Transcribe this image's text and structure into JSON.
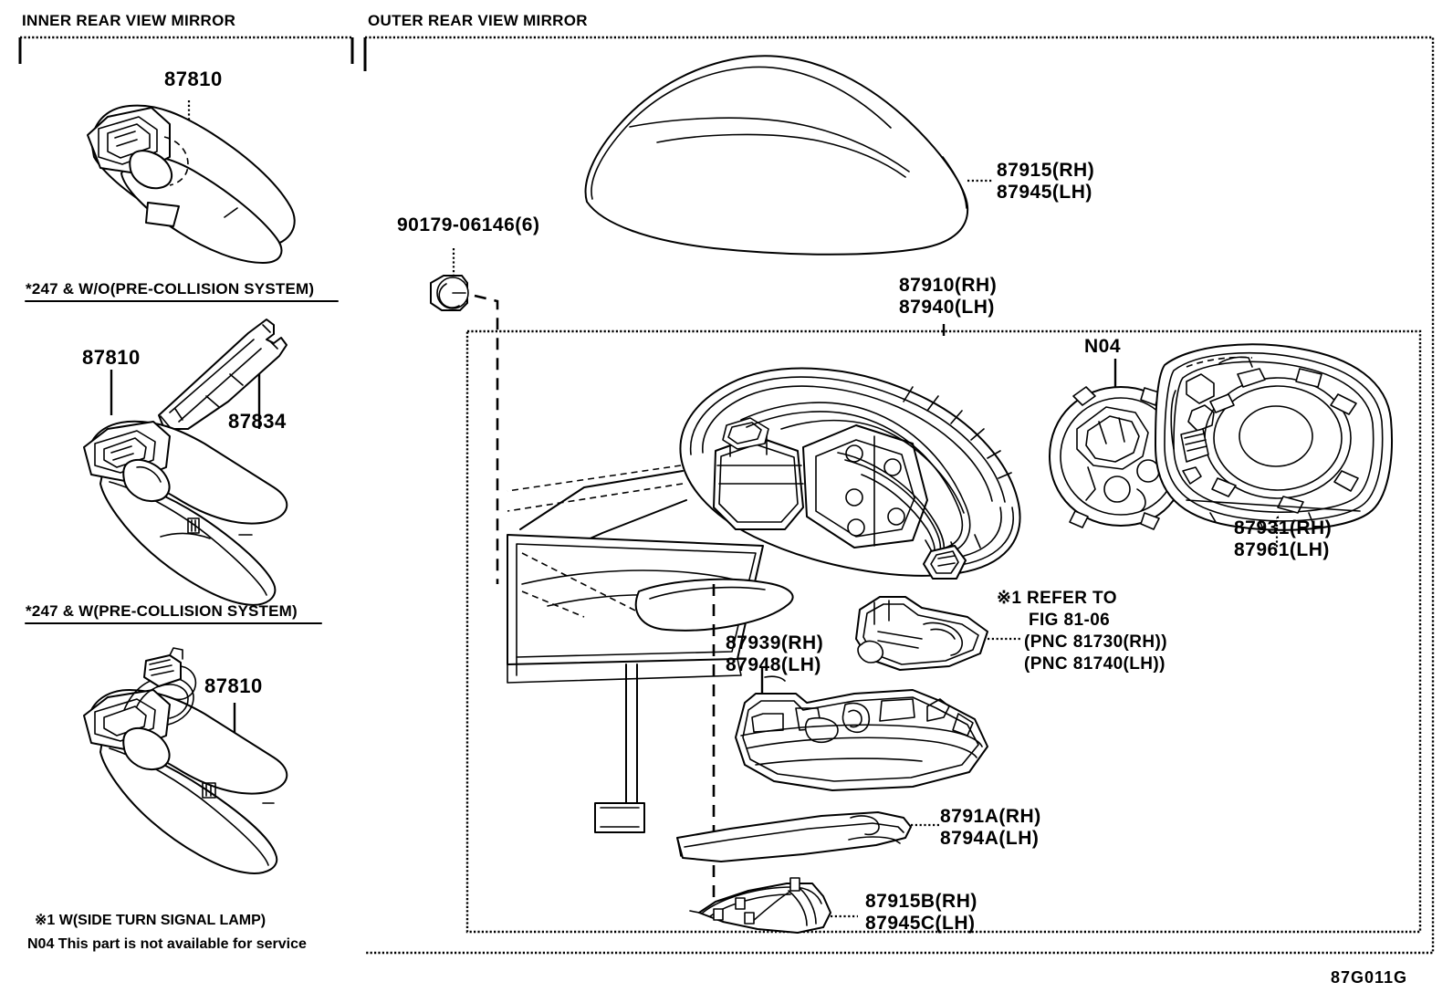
{
  "figure": {
    "code": "87G011G",
    "type": "automotive-parts-exploded-diagram"
  },
  "panels": [
    {
      "id": "inner",
      "title": "INNER REAR VIEW MIRROR"
    },
    {
      "id": "outer",
      "title": "OUTER REAR VIEW MIRROR"
    }
  ],
  "inner_panel": {
    "title": "INNER REAR VIEW MIRROR",
    "groups": [
      {
        "heading": "",
        "parts": [
          {
            "number": "87810"
          }
        ]
      },
      {
        "heading": "*247 & W/O(PRE-COLLISION SYSTEM)",
        "parts": [
          {
            "number": "87810"
          },
          {
            "number": "87834"
          }
        ]
      },
      {
        "heading": "*247 & W(PRE-COLLISION SYSTEM)",
        "parts": [
          {
            "number": "87810"
          }
        ]
      }
    ],
    "footnotes": [
      "※1 W(SIDE TURN SIGNAL LAMP)",
      "N04 This part is not available for service"
    ]
  },
  "outer_panel": {
    "title": "OUTER REAR VIEW MIRROR",
    "labels": {
      "mirror_cover_rh": "87915(RH)",
      "mirror_cover_lh": "87945(LH)",
      "nut": "90179-06146(6)",
      "assembly_rh": "87910(RH)",
      "assembly_lh": "87940(LH)",
      "n04": "N04",
      "housing_rh": "87931(RH)",
      "housing_lh": "87961(LH)",
      "bracket_rh": "87939(RH)",
      "bracket_lh": "87948(LH)",
      "molding_rh": "8791A(RH)",
      "molding_lh": "8794A(LH)",
      "lower_cover_rh": "87915B(RH)",
      "lower_cover_lh": "87945C(LH)"
    },
    "reference_note": [
      "※1 REFER TO",
      "FIG 81-06",
      "(PNC 81730(RH))",
      "(PNC 81740(LH))"
    ]
  },
  "colors": {
    "ink": "#000000",
    "background": "#ffffff"
  }
}
